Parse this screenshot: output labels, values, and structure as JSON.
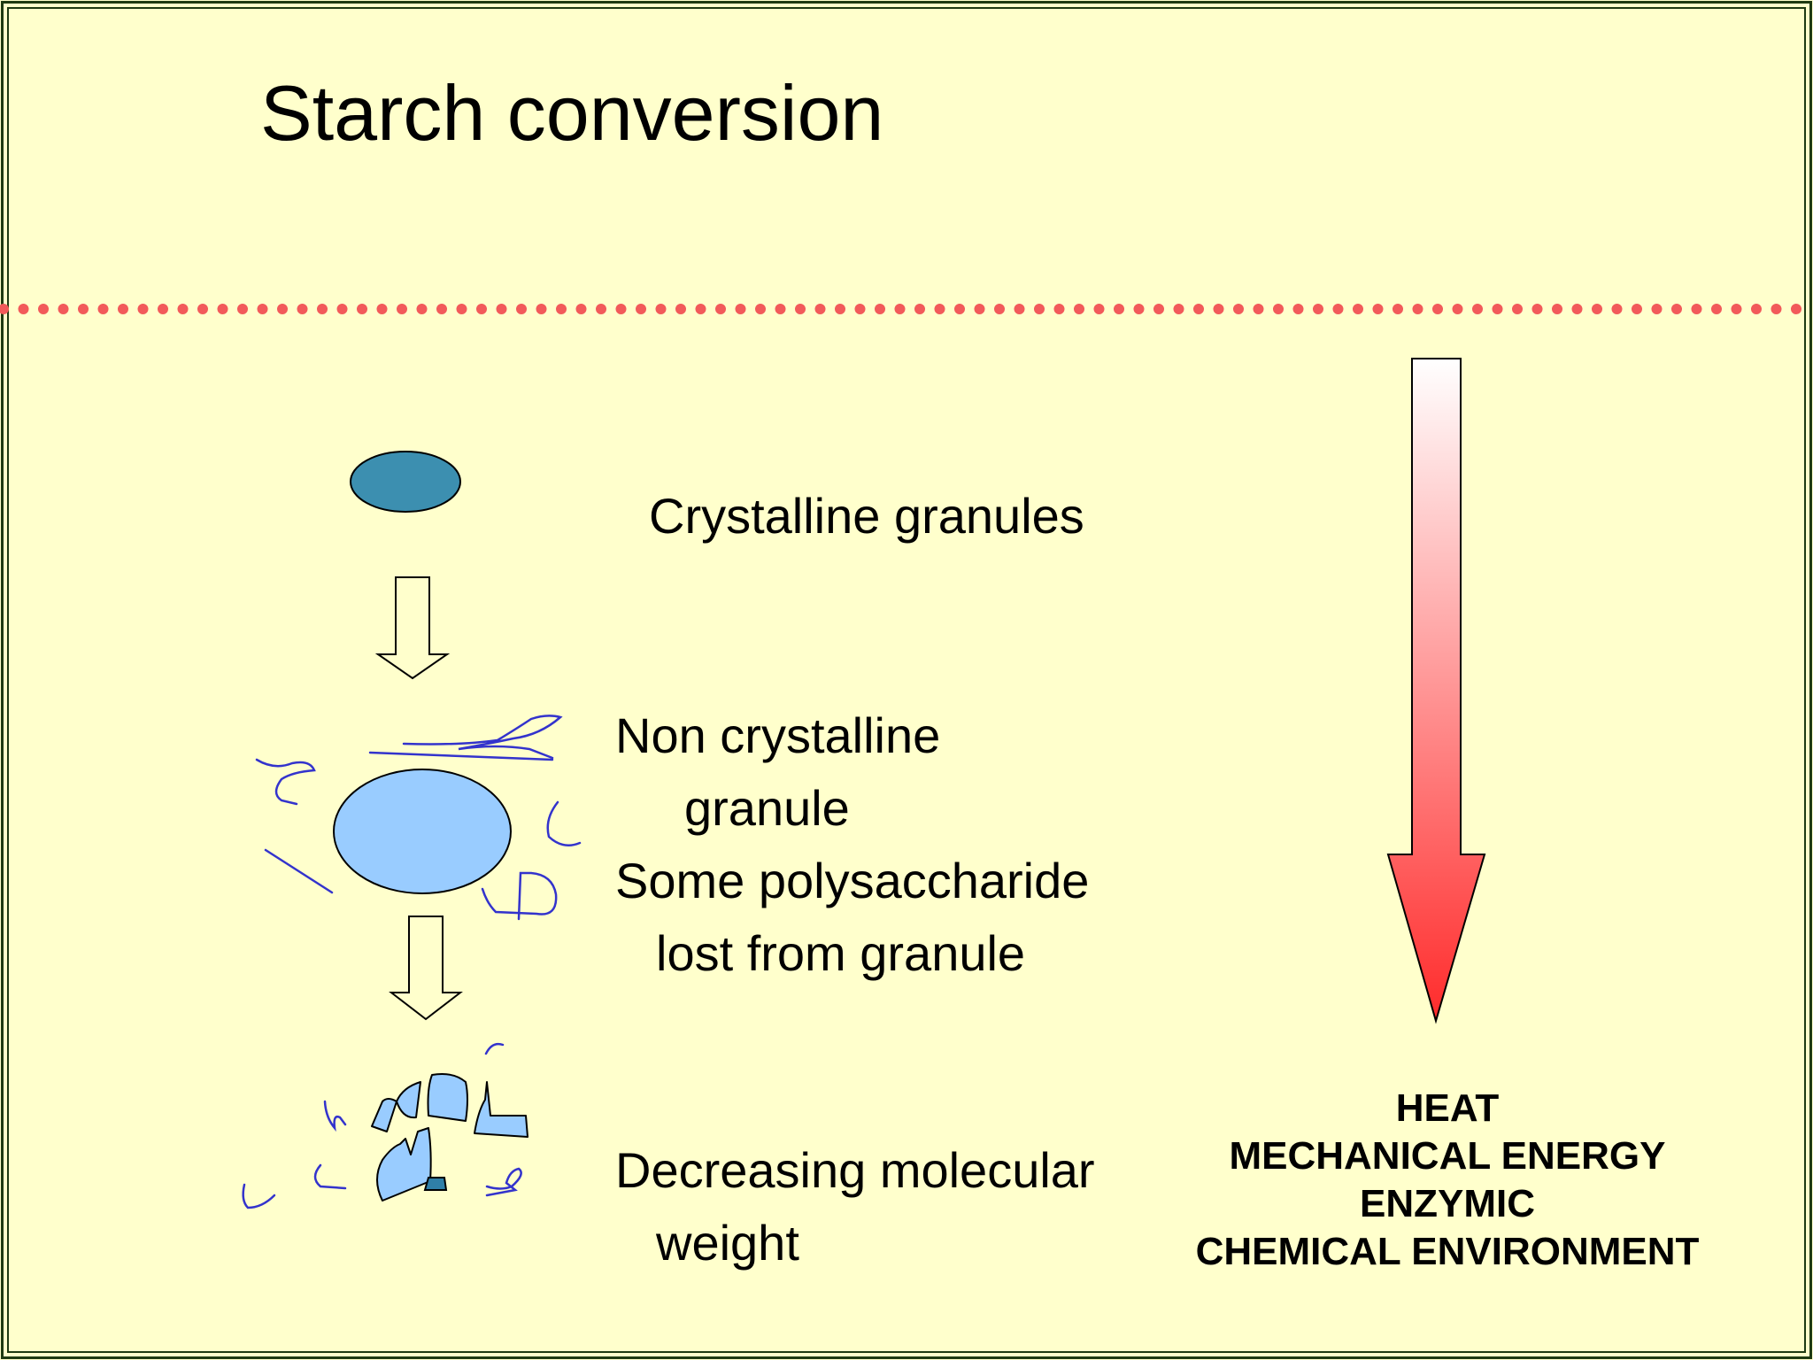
{
  "slide": {
    "title": "Starch conversion"
  },
  "stages": [
    {
      "lines": [
        "Crystalline granules"
      ]
    },
    {
      "lines": [
        "Non crystalline",
        "granule",
        "Some polysaccharide",
        "lost from granule"
      ]
    },
    {
      "lines": [
        "Decreasing molecular",
        "weight"
      ]
    }
  ],
  "factors": [
    "HEAT",
    "MECHANICAL ENERGY",
    "ENZYMIC",
    "CHEMICAL ENVIRONMENT"
  ],
  "colors": {
    "background": "#ffffcc",
    "border": "#1e3a12",
    "dotted_divider": "#f25a5a",
    "granule_crystalline": "#3c8fb0",
    "granule_non_crystalline": "#99ccff",
    "polysaccharide_strands": "#3333cc",
    "gradient_arrow_top": "#ffffff",
    "gradient_arrow_bottom": "#ff2b2b"
  }
}
